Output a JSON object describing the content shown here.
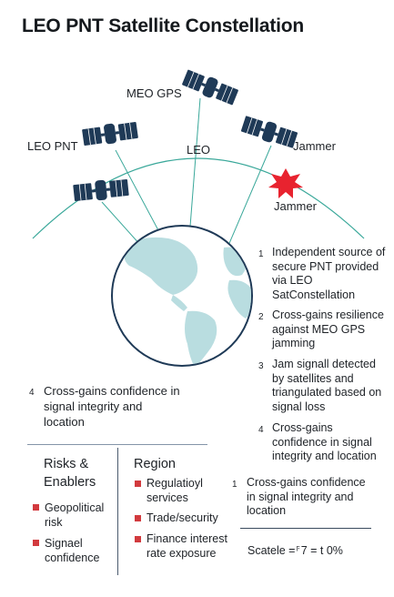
{
  "title": "LEO PNT Satellite Constellation",
  "labels": {
    "meo": "MEO GPS",
    "leo_pnt": "LEO PNT",
    "leo": "LEO",
    "jammer_top": "Jammer",
    "jammer_star": "Jammer"
  },
  "notes": [
    {
      "num": "1",
      "text": "Independent source of secure PNT provided via LEO SatConstellation"
    },
    {
      "num": "2",
      "text": "Cross-gains resilience against MEO GPS jamming"
    },
    {
      "num": "3",
      "text": "Jam signall detected by satellites and triangulated based on signal loss"
    },
    {
      "num": "4",
      "text": "Cross-gains confidence in signal integrity and location"
    }
  ],
  "left_note": {
    "num": "4",
    "text": "Cross-gains confidence in signal integrity and location"
  },
  "bottom_note": {
    "num": "1",
    "text": "Cross-gains confidence in signal integrity and location"
  },
  "risks": {
    "heading": "Risks & Enablers",
    "items": [
      "Geopolitical risk",
      "Signael confidence"
    ]
  },
  "region": {
    "heading": "Region",
    "items": [
      "Regulatioyl services",
      "Trade/security",
      "Finance interest rate exposure"
    ]
  },
  "scale": "Scatele =⸁7 = t 0%",
  "colors": {
    "satellite": "#1f3a57",
    "orbit": "#3aa89a",
    "beam": "#3aa89a",
    "globe_ocean": "#ffffff",
    "globe_land": "#b9dde0",
    "jammer": "#e8232f",
    "bullet": "#d23a3e"
  }
}
